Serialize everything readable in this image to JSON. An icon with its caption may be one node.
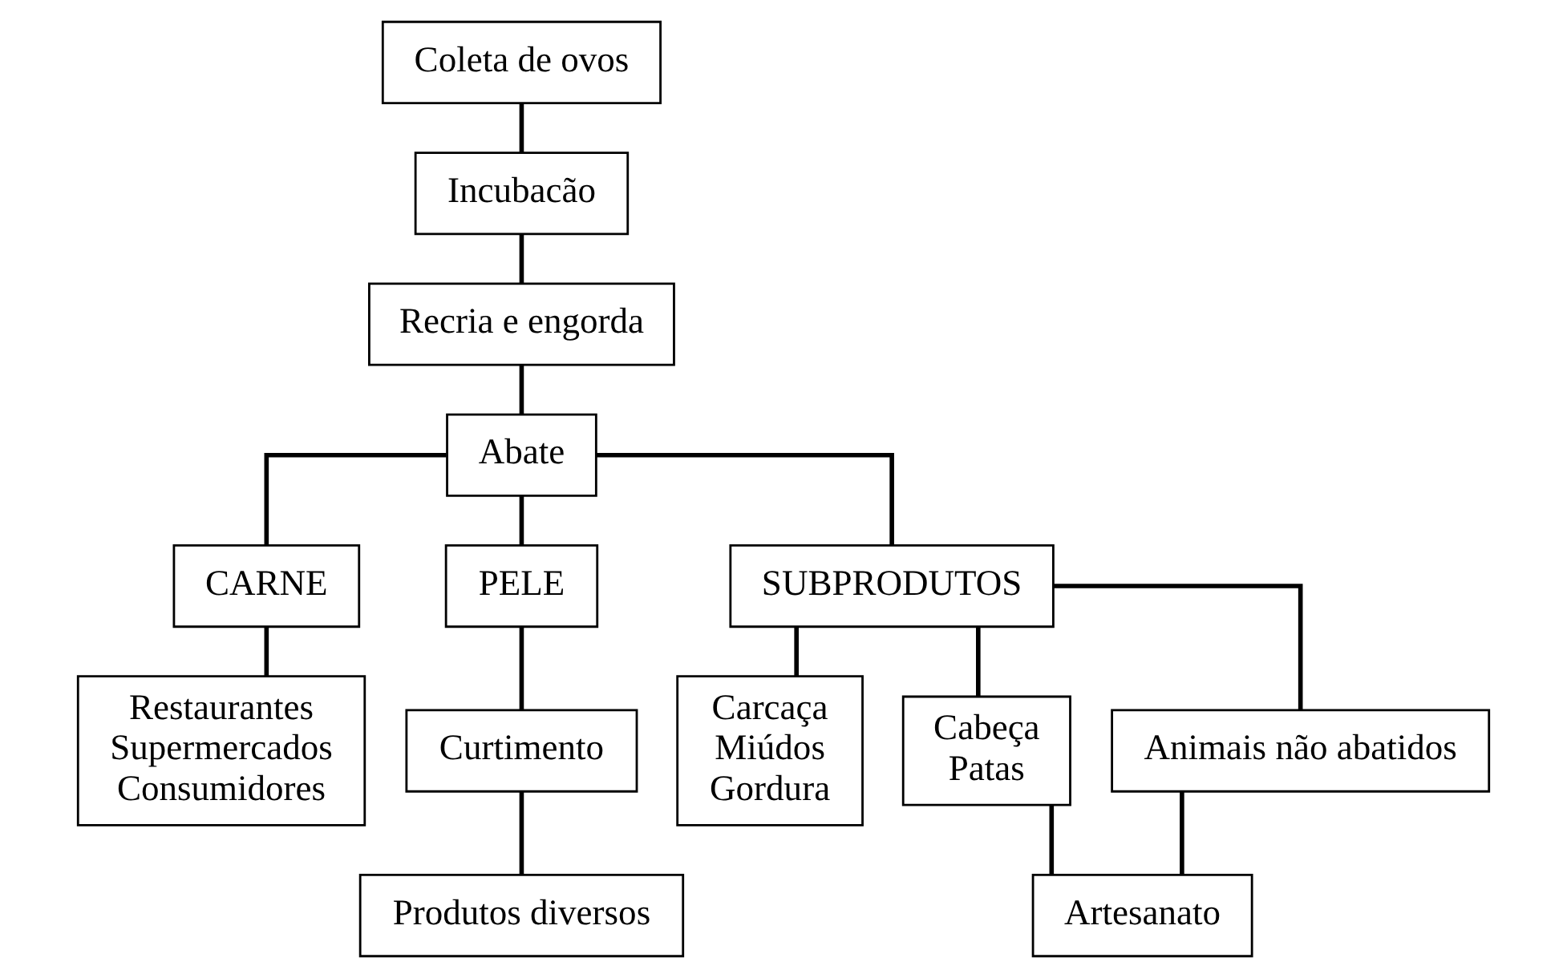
{
  "diagram": {
    "nodes": [
      {
        "text": [
          "Coleta de ovos"
        ]
      },
      {
        "text": [
          "Incubacão"
        ]
      },
      {
        "text": [
          "Recria e engorda"
        ]
      },
      {
        "text": [
          "Abate"
        ]
      },
      {
        "text": [
          "CARNE"
        ]
      },
      {
        "text": [
          "PELE"
        ]
      },
      {
        "text": [
          "SUBPRODUTOS"
        ]
      },
      {
        "text": [
          "Restaurantes",
          "Supermercados",
          "Consumidores"
        ]
      },
      {
        "text": [
          "Curtimento"
        ]
      },
      {
        "text": [
          "Produtos diversos"
        ]
      },
      {
        "text": [
          "Carcaça",
          "Miúdos",
          "Gordura"
        ]
      },
      {
        "text": [
          "Cabeça",
          "Patas"
        ]
      },
      {
        "text": [
          "Animais não abatidos"
        ]
      },
      {
        "text": [
          "Artesanato"
        ]
      }
    ],
    "edges": [
      {
        "from": 0,
        "to": 1,
        "arrow": "none"
      },
      {
        "from": 1,
        "to": 2,
        "arrow": "none"
      },
      {
        "from": 2,
        "to": 3,
        "arrow": "none"
      },
      {
        "from": 3,
        "to": 4,
        "arrow": "none"
      },
      {
        "from": 3,
        "to": 5,
        "arrow": "none"
      },
      {
        "from": 3,
        "to": 6,
        "arrow": "none"
      },
      {
        "from": 4,
        "to": 7,
        "arrow": "none"
      },
      {
        "from": 5,
        "to": 8,
        "arrow": "none"
      },
      {
        "from": 8,
        "to": 9,
        "arrow": "none"
      },
      {
        "from": 6,
        "to": 10,
        "arrow": "none"
      },
      {
        "from": 6,
        "to": 11,
        "arrow": "none"
      },
      {
        "from": 6,
        "to": 12,
        "arrow": "none"
      },
      {
        "from": 11,
        "to": 13,
        "arrow": "none"
      },
      {
        "from": 12,
        "to": 13,
        "arrow": "none"
      }
    ]
  }
}
